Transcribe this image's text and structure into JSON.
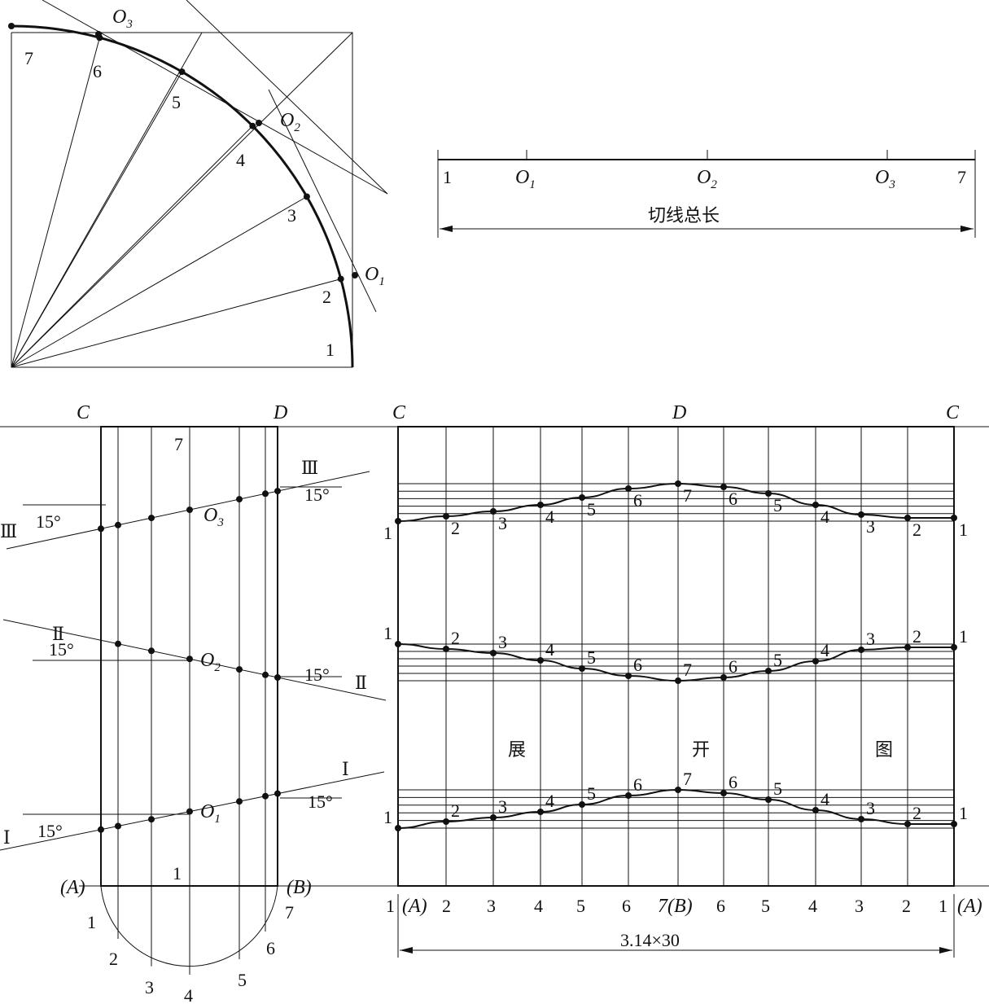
{
  "arc_view": {
    "points": [
      "1",
      "2",
      "3",
      "4",
      "5",
      "6",
      "7"
    ],
    "centers": {
      "o1": "O1",
      "o2": "O2",
      "o3": "O3"
    }
  },
  "tangent_length": {
    "ticks": [
      "1",
      "O1",
      "O2",
      "O3",
      "7"
    ],
    "caption": "切线总长"
  },
  "elevation": {
    "corner_c": "C",
    "corner_d": "D",
    "top_number": "7",
    "cuts": [
      {
        "roman": "Ⅲ",
        "angle": "15°",
        "center": "O3"
      },
      {
        "roman": "Ⅱ",
        "angle": "15°",
        "center": "O2"
      },
      {
        "roman": "Ⅰ",
        "angle": "15°",
        "center": "O1"
      }
    ],
    "base_left": "(A)",
    "base_right": "(B)",
    "base_number": "1",
    "semicircle_numbers": [
      "1",
      "2",
      "3",
      "4",
      "5",
      "6",
      "7"
    ]
  },
  "development": {
    "top_labels": [
      "C",
      "D",
      "C"
    ],
    "title_chars": [
      "展",
      "开",
      "图"
    ],
    "curve_numbers": [
      "1",
      "2",
      "3",
      "4",
      "5",
      "6",
      "7",
      "6",
      "5",
      "4",
      "3",
      "2",
      "1"
    ],
    "bottom_labels": [
      "1",
      "(A)",
      "2",
      "3",
      "4",
      "5",
      "6",
      "7(B)",
      "6",
      "5",
      "4",
      "3",
      "2",
      "1",
      "(A)"
    ],
    "dimension": "3.14×30"
  }
}
